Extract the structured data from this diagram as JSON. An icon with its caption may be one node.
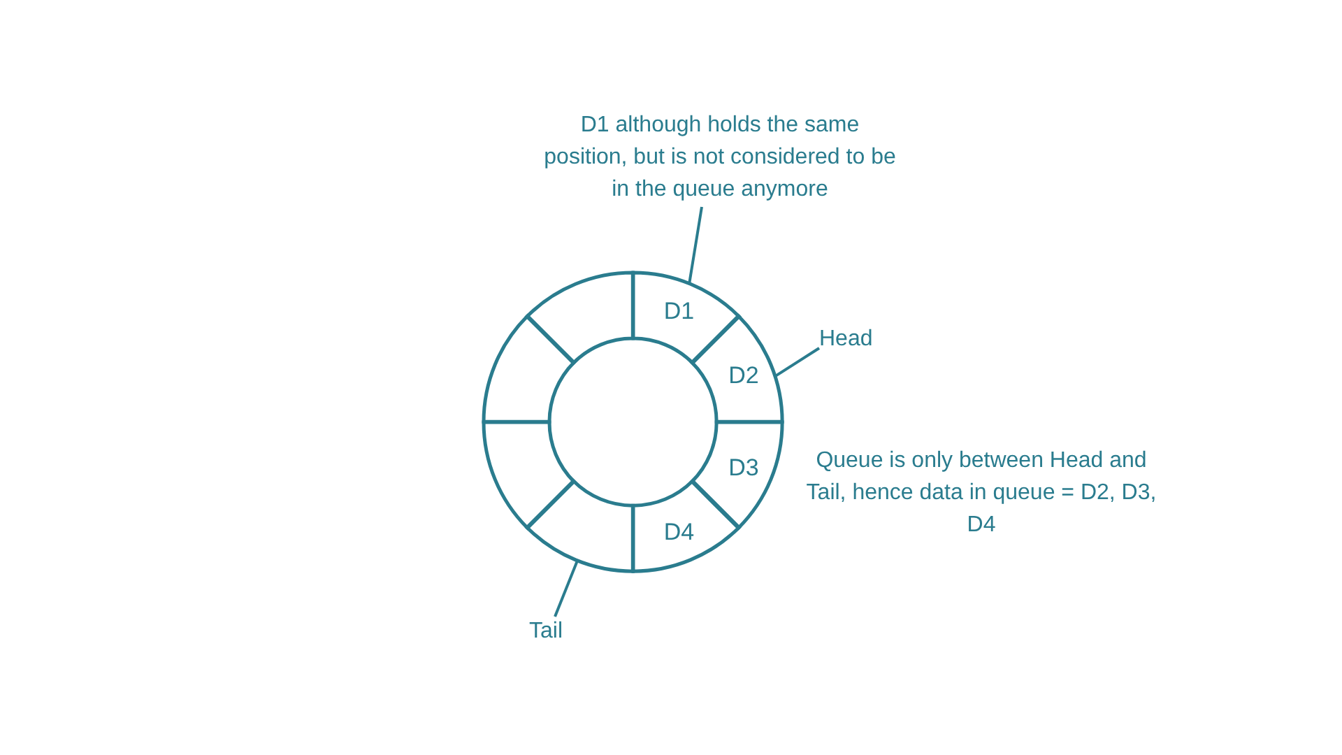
{
  "diagram": {
    "nodes": [
      {
        "text": [
          "D1 although holds the same position, but is not considered to be in the queue anymore"
        ]
      },
      {
        "text": [
          "D1"
        ]
      },
      {
        "text": [
          "Head"
        ]
      },
      {
        "text": [
          "D2"
        ]
      },
      {
        "text": [
          "D3"
        ]
      },
      {
        "text": [
          "D4"
        ]
      },
      {
        "text": [],
        "shape": "sector"
      },
      {
        "text": [],
        "shape": "sector"
      },
      {
        "text": [],
        "shape": "sector"
      },
      {
        "text": [],
        "shape": "sector"
      },
      {
        "text": [
          "Tail"
        ]
      }
    ],
    "edges": [
      {
        "from": 0,
        "to": 1,
        "arrow": "none"
      },
      {
        "from": 2,
        "to": 3,
        "arrow": "none"
      },
      {
        "from": 10,
        "to": 9,
        "arrow": "none"
      }
    ],
    "labels": [
      "Queue is only between Head and Tail, hence data in queue = D2, D3, D4"
    ]
  }
}
